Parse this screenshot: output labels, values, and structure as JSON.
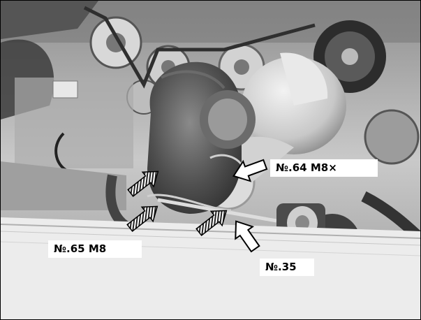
{
  "callouts": {
    "no64": "№.64 M8×",
    "no65": "№.65 M8",
    "no35": "№.35"
  },
  "colors": {
    "turbo_housing": "#5a5a5a",
    "engine_background": "#c4c4c4",
    "radiator_panel": "#eeeeee",
    "arrow_outline": "#000000",
    "arrow_fill": "#ffffff"
  }
}
